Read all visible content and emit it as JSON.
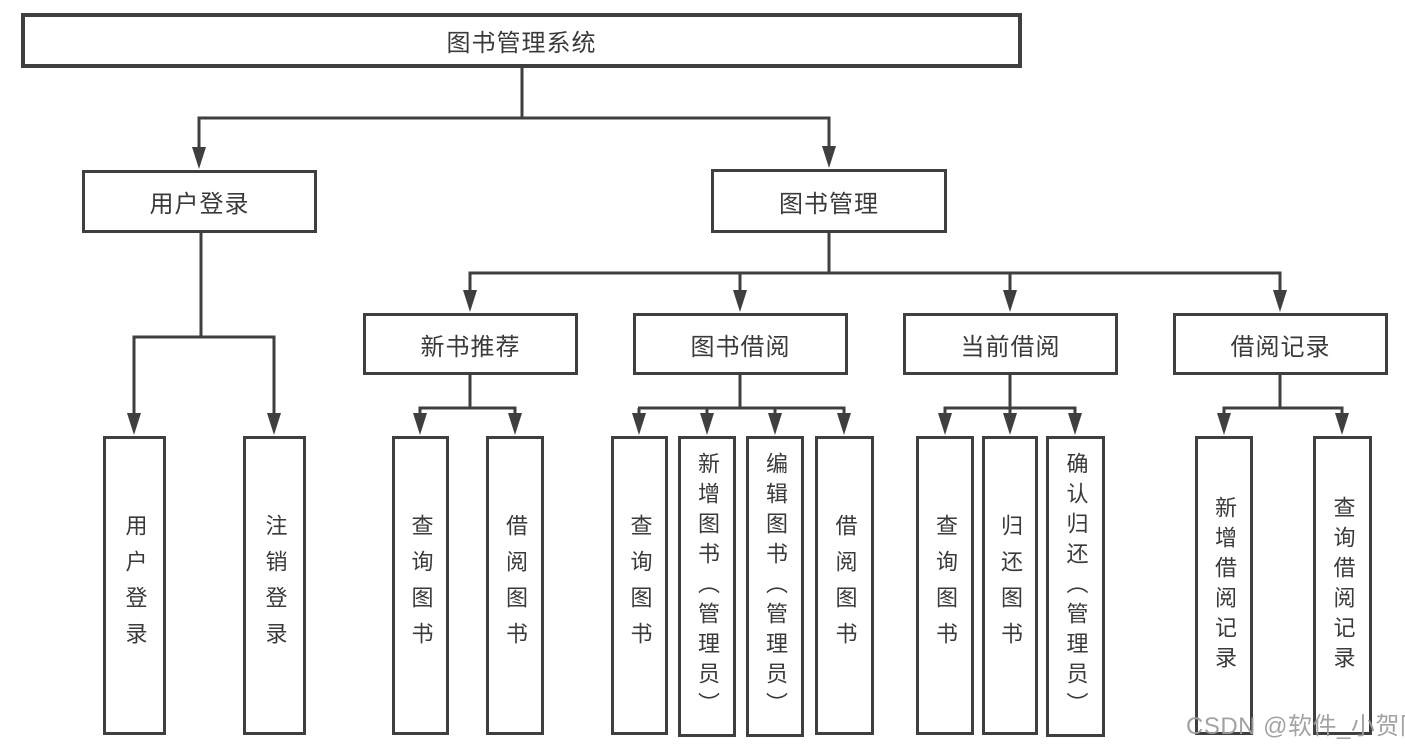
{
  "colors": {
    "line": "#3f3f3f",
    "box_border": "#3f3f3f",
    "text": "#3a3a3a",
    "watermark": "#9e9e9e",
    "background": "#ffffff"
  },
  "watermark": {
    "text": "CSDN @软件_小贺同学"
  },
  "tree": {
    "root": "图书管理系统",
    "children": [
      {
        "label": "用户登录",
        "children": [
          "用户登录",
          "注销登录"
        ]
      },
      {
        "label": "图书管理",
        "children": [
          {
            "label": "新书推荐",
            "children": [
              "查询图书",
              "借阅图书"
            ]
          },
          {
            "label": "图书借阅",
            "children": [
              "查询图书",
              "新增图书（管理员）",
              "编辑图书（管理员）",
              "借阅图书"
            ]
          },
          {
            "label": "当前借阅",
            "children": [
              "查询图书",
              "归还图书",
              "确认归还（管理员）"
            ]
          },
          {
            "label": "借阅记录",
            "children": [
              "新增借阅记录",
              "查询借阅记录"
            ]
          }
        ]
      }
    ]
  }
}
